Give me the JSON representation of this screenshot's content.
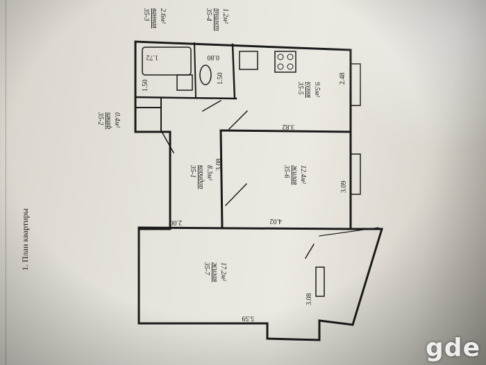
{
  "heading": "1. План квартиры",
  "rooms": [
    {
      "code": "35-1",
      "name": "коридор",
      "area": "8.3м²"
    },
    {
      "code": "35-2",
      "name": "шкаф",
      "area": "0.4м²"
    },
    {
      "code": "35-3",
      "name": "ванная",
      "area": "2.6м²"
    },
    {
      "code": "35-4",
      "name": "туалет",
      "area": "1.2м²"
    },
    {
      "code": "35-5",
      "name": "кухня",
      "area": "9.5м²"
    },
    {
      "code": "35-6",
      "name": "жилая",
      "area": "12.4м²"
    },
    {
      "code": "35-7",
      "name": "жилая",
      "area": "17.2м²"
    }
  ],
  "dimensions": [
    "1.72",
    "0.80",
    "1.50",
    "1.50",
    "2.48",
    "3.82",
    "3.08",
    "3.09",
    "2.00",
    "4.02",
    "3.08",
    "5.59"
  ],
  "watermark": "gde"
}
